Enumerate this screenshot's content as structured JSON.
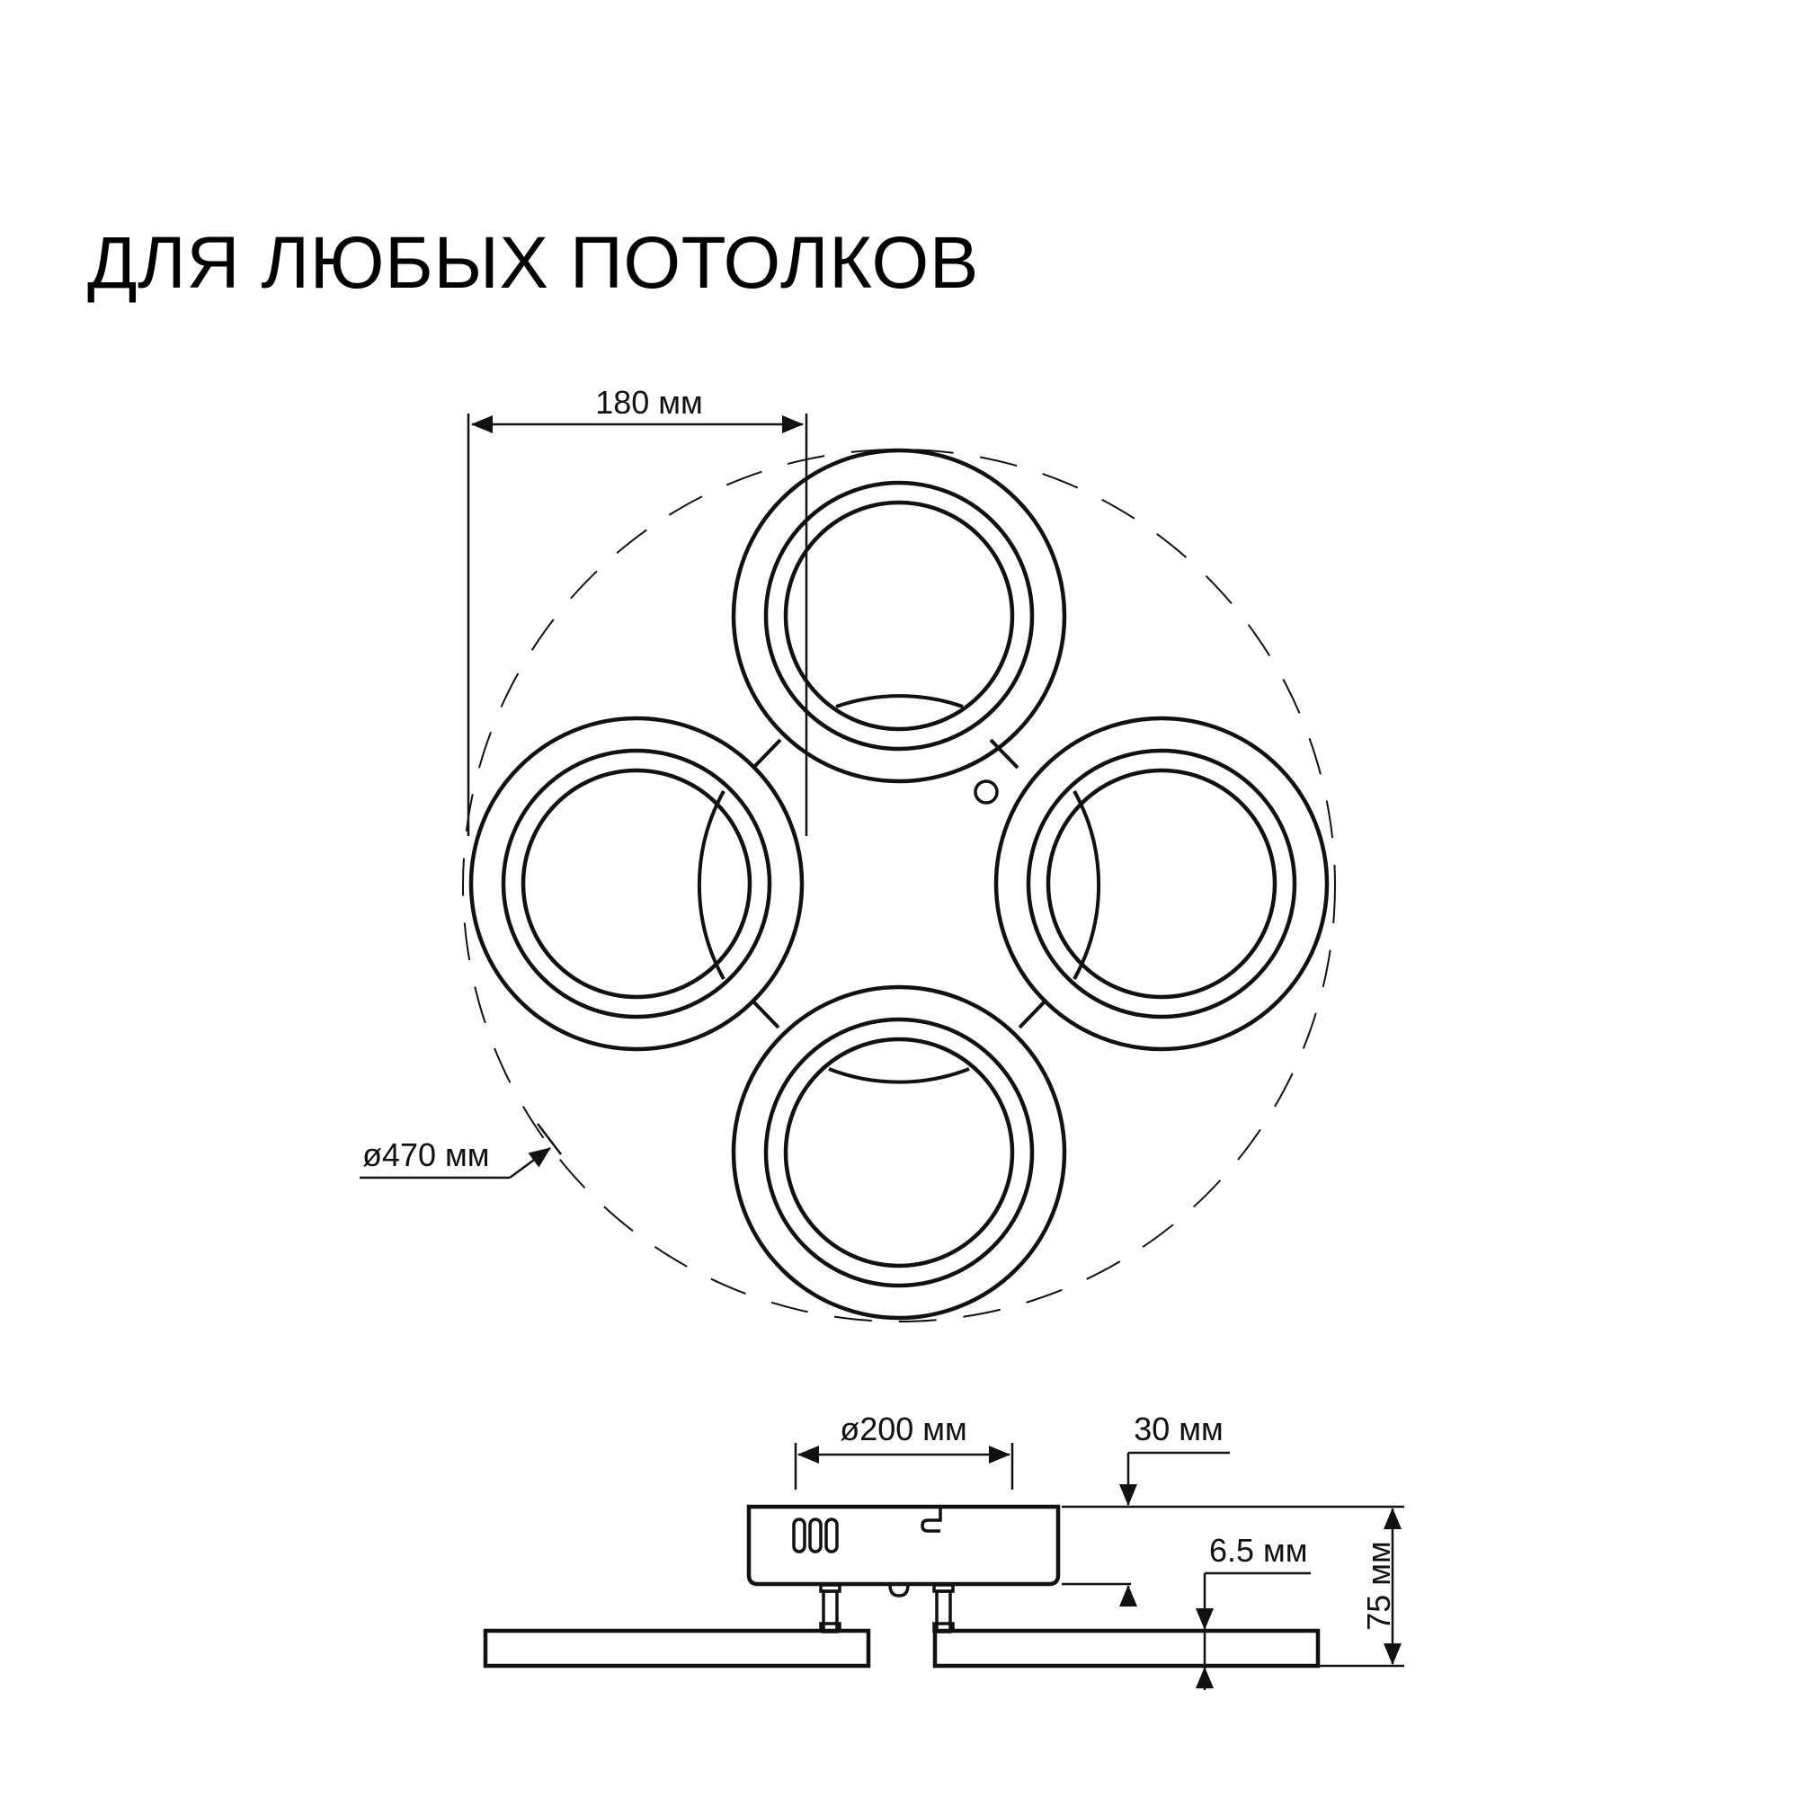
{
  "title": "ДЛЯ ЛЮБЫХ ПОТОЛКОВ",
  "colors": {
    "line": "#111111",
    "background": "#ffffff"
  },
  "top_view": {
    "ring_spacing_label": "180 мм",
    "overall_diameter_label": "ø470 мм",
    "ring_count": 4,
    "ring_positions": [
      "top",
      "left",
      "right",
      "bottom"
    ]
  },
  "side_view": {
    "canopy_diameter_label": "ø200 мм",
    "canopy_height_label": "30 мм",
    "ring_thickness_label": "6.5 мм",
    "total_height_label": "75 мм"
  }
}
